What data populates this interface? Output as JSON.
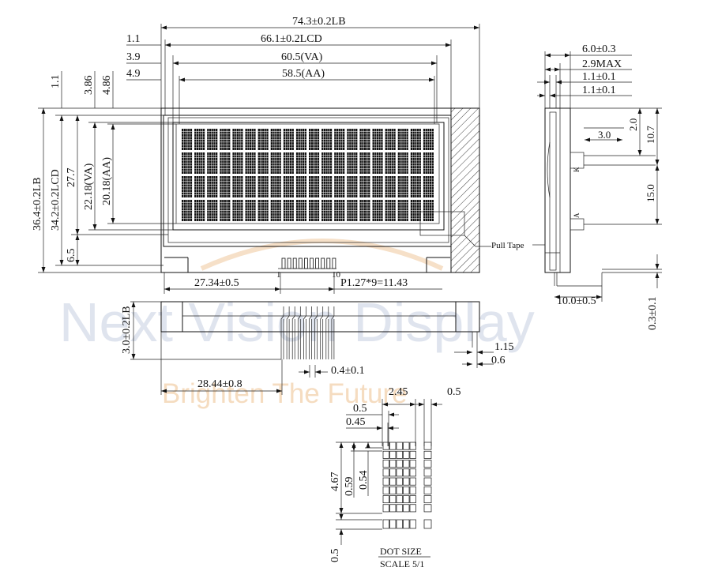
{
  "watermark": {
    "company": "Next Vision Display",
    "slogan": "Brighten The Future"
  },
  "dims": {
    "overall_width": "74.3±0.2LB",
    "lcd_width": "66.1±0.2LCD",
    "va_width": "60.5(VA)",
    "aa_width": "58.5(AA)",
    "off_1_1": "1.1",
    "off_3_9": "3.9",
    "off_4_9": "4.9",
    "vert_1_1": "1.1",
    "vert_3_86": "3.86",
    "vert_4_86": "4.86",
    "overall_height": "36.4±0.2LB",
    "lcd_height": "34.2±0.2LCD",
    "h_27_7": "27.7",
    "va_height": "22.18(VA)",
    "aa_height": "20.18(AA)",
    "h_6_5": "6.5",
    "pin_offset": "27.34±0.5",
    "pitch": "P1.27*9=11.43",
    "pin1": "1",
    "pin10": "10",
    "pin_body_depth": "3.0±0.2LB",
    "pin_offset2": "28.44±0.8",
    "pin_width": "0.4±0.1",
    "pin_1_15": "1.15",
    "pin_0_6": "0.6"
  },
  "side": {
    "thickness": "6.0±0.3",
    "max": "2.9MAX",
    "t1": "1.1±0.1",
    "t2": "1.1±0.1",
    "lead": "3.0",
    "k_off": "2.0",
    "h_10_7": "10.7",
    "h_15_0": "15.0",
    "k_label": "K",
    "a_label": "A",
    "pull_tape": "Pull Tape",
    "w_10_0": "10.0±0.5",
    "w_0_3": "0.3±0.1"
  },
  "dot": {
    "w_2_45": "2.45",
    "w_0_5a": "0.5",
    "w_0_5b": "0.5",
    "w_0_45": "0.45",
    "h_4_67": "4.67",
    "h_0_59": "0.59",
    "h_0_54": "0.54",
    "h_0_5": "0.5",
    "title": "DOT SIZE",
    "scale": "SCALE 5/1"
  },
  "lcd_grid": {
    "columns": 20,
    "rows": 4,
    "cell_columns": 5,
    "cell_rows": 8
  }
}
